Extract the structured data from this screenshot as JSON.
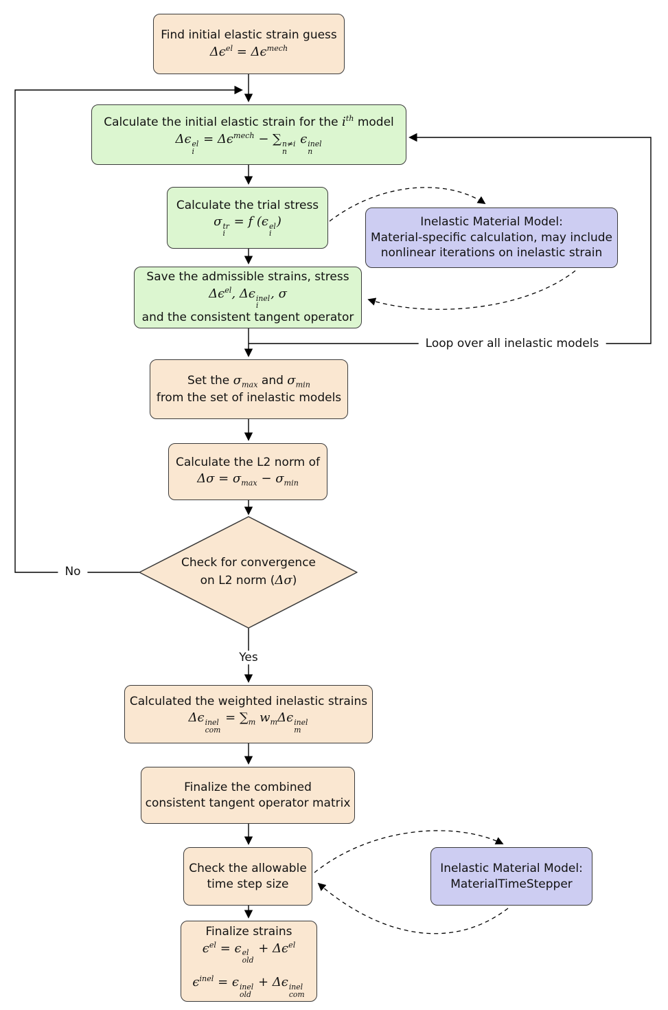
{
  "diagram": {
    "colors": {
      "tan": "#fae7d1",
      "green": "#dcf6d0",
      "blue": "#cdcdf2",
      "border": "#3a3a3a",
      "line": "#000000"
    },
    "nodes": {
      "initial_guess": {
        "lines": [
          "Find initial elastic strain guess",
          "$Δϵ^{el} = Δϵ^{mech}$"
        ]
      },
      "initial_elastic_strain": {
        "lines": [
          "Calculate the initial elastic strain for the $i^{th}$ model",
          "$Δϵ_{i}^{el} = Δϵ^{mech} − ∑_{n}^{n≠i} ϵ_{n}^{inel}$"
        ]
      },
      "trial_stress": {
        "lines": [
          "Calculate the trial stress",
          "$σ_{i}^{tr} = f (ϵ_{i}^{el})$"
        ]
      },
      "inelastic_model_callout": {
        "lines": [
          "Inelastic Material Model:",
          "Material-specific calculation, may include",
          "nonlinear iterations on inelastic strain"
        ]
      },
      "save_strains": {
        "lines": [
          "Save the admissible strains, stress",
          "$Δϵ^{el}, Δϵ_{i}^{inel}, σ$",
          "and the consistent tangent operator"
        ]
      },
      "set_sigma": {
        "lines": [
          "Set the $σ_{max}$ and $σ_{min}$",
          "from the set of inelastic models"
        ]
      },
      "l2_norm": {
        "lines": [
          "Calculate the L2 norm of",
          "$Δσ = σ_{max} − σ_{min}$"
        ]
      },
      "convergence_check": {
        "lines": [
          "Check for convergence",
          "on L2 norm ($Δσ$)"
        ]
      },
      "weighted_strains": {
        "lines": [
          "Calculated the weighted inelastic strains",
          "$Δϵ_{com}^{inel} = ∑_{m} w_{m}Δϵ_{m}^{inel}$"
        ]
      },
      "finalize_tangent": {
        "lines": [
          "Finalize the combined",
          "consistent tangent operator matrix"
        ]
      },
      "time_step_check": {
        "lines": [
          "Check the allowable",
          "time step size"
        ]
      },
      "material_time_stepper": {
        "lines": [
          "Inelastic Material Model:",
          "MaterialTimeStepper"
        ]
      },
      "finalize_strains": {
        "lines": [
          "Finalize strains",
          "$ϵ^{el} = ϵ_{old}^{el} + Δϵ^{el}$",
          "$ϵ^{inel} = ϵ_{old}^{inel} + Δϵ_{com}^{inel}$"
        ]
      }
    },
    "labels": {
      "loop": "Loop over all inelastic models",
      "no": "No",
      "yes": "Yes"
    }
  }
}
